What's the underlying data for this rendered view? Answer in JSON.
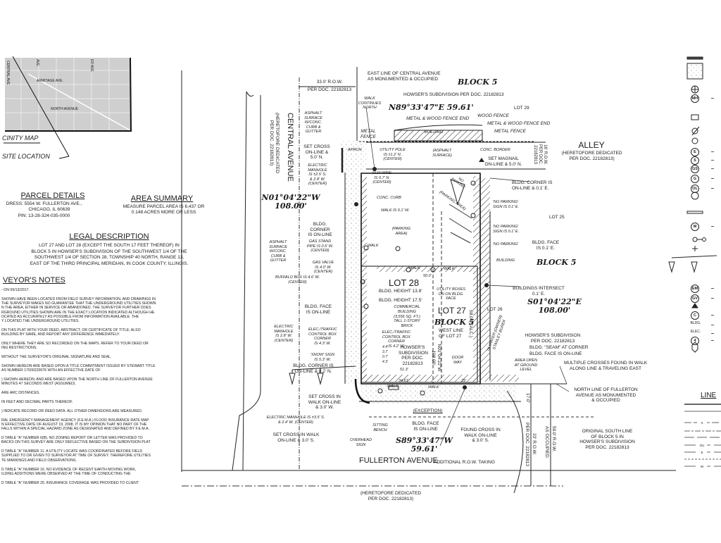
{
  "vicinity_map": {
    "streets": [
      "CENTRAL AVE.",
      "AVE.",
      "ER AVE.",
      "ARMITAGE AVE.",
      "NORTH AVENUE"
    ],
    "title": "CINITY MAP",
    "site_location": "SITE LOCATION"
  },
  "parcel_details": {
    "title": "PARCEL DETAILS",
    "address": "DRESS: 5554 W. FULLERTON AVE.,",
    "city": "CHICAGO, IL 60639",
    "pin": "PIN: 13-28-324-035-0000"
  },
  "area_summary": {
    "title": "AREA SUMMARY",
    "text": "MEASURE PARCEL AREA IS 6,437 OR\n0.148 ACRES MORE OR LESS"
  },
  "legal_description": {
    "title": "LEGAL DESCRIPTION",
    "text": "LOT 27 AND LOT 28 (EXCEPT THE SOUTH 17 FEET THEREOF) IN\nBLOCK 5 IN HOWSER'S SUBDIVISION OF THE SOUTHWEST 1/4 OF THE\nSOUTHWEST 1/4 OF SECTION 28, TOWNSHIP 40 NORTH, RANGE 13,\nEAST OF THE THIRD PRINCIPAL MERIDIAN, IN COOK COUNTY, ILLINOIS."
  },
  "surveyor_notes": {
    "title": "VEYOR'S NOTES",
    "items": [
      "- ON 09/13/2017.",
      "SHOWN HAVE BEEN LOCATED FROM FIELD SURVEY INFORMATION, AND DRAWINGS IN\nTHE SURVEYOR MAKES NO GUARANTEE THAT THE UNDERGROUND UTILITIES SHOWN\nN THE AREA, EITHER IN SERVICE OR ABANDONED. THE SURVEYOR FURTHER DOES\nRGROUND UTILITIES SHOWN ARE IN THE EXACT LOCATION INDICATED ALTHOUGH HE\nOCATED AS ACCURATELY AS POSSIBLE FROM INFORMATION AVAILABLE. THE\nY LOCATED THE UNDERGROUND UTILITIES.",
      "ON THIS PLAT WITH YOUR DEED, ABSTRACT, OR CERTIFICATE OF TITLE; ALSO\nBUILDING BY SAME, AND REPORT ANY DIFFERENCE IMMEDIATELY.",
      "ONLY WHERE THEY ARE SO RECORDED ON THE MAPS. REFER TO YOUR DEED OR\nING RESTRICTIONS.",
      "WITHOUT THE SURVEYOR'S ORIGINAL SIGNATURE AND SEAL.",
      "SHOWN HEREON ARE BASED UPON A TITLE COMMITMENT ISSUED BY STEWART TITLE\nAS NUMBER 17000220076 WITH AN EFFECTIVE DATE OF",
      ") SHOWN HEREON; AND ARE BASED UPON THE NORTH LINE OF FULLERTON AVENUE\nMINUTES 47 SECONDS WEST (ASSUMED).",
      "ARE ARC DISTANCES.",
      "IN FEET AND DECIMAL PARTS THEREOF.",
      ") INDICATE RECORD OR DEED DATA. ALL OTHER DIMENSIONS ARE MEASURED.",
      "RAL EMERGENCY MANAGEMENT AGENCY (F.E.M.A.) FLOOD INSURANCE RATE MAP\nN EFFECTIVE DATE OF AUGUST 19, 2008, IT IS MY OPINION THAT NO PART OF THE\nFALLS WITHIN A SPECIAL HAZARD ZONE AS DESIGNATED AND DEFINED BY F.E.M.A.",
      "D TABLE \"A\" NUMBER 6(B). NO ZONING REPORT OR LETTER WAS PROVIDED TO\nBACKS ON THIS SURVEY ARE ONLY REFLECTIVE BASED ON THE SUBDIVISION PLAT",
      "D TABLE \"A\" NUMBER 11. A UTILITY LOCATE WAS COORDINATED BEFORE FIELD\nSUPPLIED TO OR GIVEN TO SURVEYOR AT TIME OF SURVEY. THEREFORE UTILITIES\nTE MARKINGS AND FIELD OBSERVATIONS.",
      "D TABLE \"A\" NUMBER 16. NO EVIDENCE OF RECENT EARTH MOVING WORK,\nILDING ADDITIONS WERE OBSERVED AT THE TIME OF CONDUCTING THE",
      "D TABLE \"A\" NUMBER 20. INSURANCE COVERAGE WAS PROVIDED TO CLIENT"
    ]
  },
  "plat": {
    "row_33": "33.0' R.O.W.",
    "per_doc_top": "PER DOC. 22182813",
    "east_line_central": "EAST LINE OF CENTRAL AVENUE\nAS MONUMENTED & OCCUPIED",
    "block5_top": "BLOCK 5",
    "howser_top": "HOWSER'S SUBDIVISION PER DOC. 22182813",
    "lot29": "LOT 29",
    "bearing_north": "N89°33'47\"E 59.61'",
    "walk_continues": "WALK\nCONTINUES\nNORTH",
    "metal_wood_fence_end_1": "METAL & WOOD FENCE END",
    "wood_fence": "WOOD FENCE",
    "metal_wood_fence_end_2": "METAL & WOOD FENCE END",
    "metal_fence_1": "METAL FENCE",
    "metal_fence_2": "METAL\nFENCE",
    "building_north": "BUILDING",
    "alley": "ALLEY",
    "alley_dedicated": "(HERETOFORE DEDICATED\nPER DOC. 22182813)",
    "alley_row": "16' R.O.W.\nPER DOC.\n22182813",
    "asphalt_nw": "ASPHALT\nSURFACE\nW/CONC.\nCURB &\nGUTTER",
    "central_avenue": "CENTRAL AVENUE",
    "central_dedicated": "(HERETOFORE DEDICATED\nPER DOC. 22182813)",
    "set_cross_nw": "SET CROSS\nON-LINE &\n5.0' N.",
    "electric_manhole_nw": "ELECTRIC\nMANHOLE\nIS ±2.5' S.\n& 2.8' W.\n(CENTER)",
    "apron": "APRON",
    "utility_pole": "UTILITY POLE\nIS ±1.2' N.\n(CENTER)",
    "asphalt_surface": "(ASPHALT\nSURFACE)",
    "conc_border": "CONC. BORDER",
    "set_magnail": "SET MAGNAIL\nON-LINE & 5.0' N.",
    "guy_wire": "GUY WIRE\nIS 0.7' N.\n(CENTER)",
    "conc_curb": "CONC. CURB",
    "no_parking_1": "'NO\nPARKING'",
    "bldg_corner_ne": "BLDG. CORNER IS\nON-LINE & 0.1' E.",
    "bearing_west": "N01°04'22\"W\n108.00'",
    "walk_01w": "WALK IS 0.1' W.",
    "parking_area_1": "(PARKING AREA)",
    "parking_area_2": "(PARKING\nAREA)",
    "no_parking_sign_1": "'NO PARKING'\nSIGN IS 0.1' E.",
    "no_parking_sign_2": "'NO PARKING'\nSIGN IS 0.1' E.",
    "no_parking_3": "'NO PARKING'",
    "lot25": "LOT 25",
    "bldg_face_01e": "BLDG. FACE\nIS 0.1' E.",
    "building_east": "BUILDING",
    "block5_east": "BLOCK 5",
    "bldg_corner_online": "BLDG. CORNER\nIS ON-LINE",
    "gas_stand_pipe": "GAS STAND\nPIPE IS 0.5' W.\n(CENTER)",
    "asphalt_w": "ASPHALT\nSURFACE\nW/CONC.\nCURB &\nGUTTER",
    "gas_valve": "GAS VALVE\nIS 4.0' W.\n(CENTER)",
    "buffalo_box": "BUFFALO BOX IS 4.6' W.\n(CENTER)",
    "walk_a": "WALK",
    "walk_b": "WALK",
    "walk_c": "WALK",
    "dim_500": "50.0'",
    "lot28": "LOT 28",
    "bldg_height_138": "BLDG. HEIGHT 13.8'",
    "bldg_height_175": "BLDG. HEIGHT 17.5'",
    "utility_boxes": "UTILITY BOXES\nON ON BLDG.\nFACE",
    "buildings_intersect": "BUILDINGS INTERSECT\n0.1' E.",
    "bearing_east": "S01°04'22\"E\n108.00'",
    "lot26": "LOT 26",
    "lot27": "LOT 27",
    "block5_center": "BLOCK 5",
    "commercial_building": "COMMERCIAL\nBUILDING\n(3,556 SQ. FT.)\nTALL 1-STORY\nBRICK",
    "west_line_lot27": "WEST LINE\nOF LOT 27",
    "taxpayer": "TAXPAYER (OWNER):\nSTANLEY BUREK",
    "howser_east": "HOWSER'S SUBDIVISION\nPER DOC. 22182813",
    "bldg_face_online_w": "BLDG. FACE\nIS ON-LINE",
    "electric_manhole_w": "ELECTRIC\nMANHOLE\nIS 2.8' W.\n(CENTER)",
    "elec_traffic_1": "ELEC./TRAFFIC\nCONTROL BOX\nCORNER\nIS 4.3' W.",
    "elec_traffic_2": "ELEC./TRAFFIC\nCONTROL BOX CORNER\nIS 4.2' W.",
    "snow_sign": "'SNOW' SIGN\nIS 5.3' W.",
    "howser_center": "HOWSER'S\nSUBDIVISION\nPER DOC.\n22182813",
    "inner_bearing": "N01°04'22\"W\n108.00'",
    "calc_580": "58.0' (CALC.)",
    "bldg_seam": "BLDG. \"SEAM\" AT CORNER",
    "bldg_face_online_e": "BLDG. FACE IS ON-LINE",
    "bldg_corner_82": "BLDG. CORNER IS\nON-LINE & 8.2' N.",
    "offsets": "4.4'\n3.7'\n0.7'\n4.3'",
    "dim_513": "51.3'",
    "dim_3461": "34.61'",
    "dim_25": "25'",
    "door_way": "DOOR\nWAY",
    "area_open": "AREA OPEN\nAT GROUND\nLEVEL",
    "multiple_crosses": "MULTIPLE CROSSES FOUND IN WALK\nALONG LINE & TRAVELING EAST",
    "walk_s1": "WALK",
    "walk_s2": "WALK",
    "set_cross_sw_w": "SET CROSS IN\nWALK ON-LINE\n& 3.0' W.",
    "electric_manhole_sw": "ELECTRIC MANHOLE IS ±3.5' S.\n& 2.4' W. (CENTER)",
    "set_cross_sw_s": "SET CROSS IN WALK\nON-LINE & 3.0' S.",
    "exception": "(EXCEPTION)",
    "sitting_bench": "SITTING\nBENCH",
    "overhead_sign": "OVERHEAD\nSIGN",
    "bldg_face_online_s": "BLDG. FACE\nIS ON-LINE",
    "bearing_south": "S89°33'47\"W\n59.61'",
    "found_cross": "FOUND CROSS IN\nWALK ON-LINE\n& 3.0' S.",
    "additional_row": "ADDITIONAL R.O.W. TAKING",
    "north_line_fullerton": "NORTH LINE OF FULLERTON\nAVENUE AS MONUMENTED\n& OCCUPIED",
    "original_south_line": "ORIGINAL SOUTH LINE\nOF BLOCK 5 IN\nHOWSER'S SUBDIVISION\nPER DOC. 22182813",
    "dim_170": "17.0'",
    "fullerton_per_doc": "PER DOC. 22182813",
    "fullerton_row_33": "33' R.O.W.",
    "as_occupied": "AS OCCUPIED",
    "fullerton_row_50": "50.0' R.O.W.",
    "fullerton_avenue": "FULLERTON AVENUE",
    "fullerton_dedicated": "(HERETOFORE DEDICATED\nPER DOC. 22182813)"
  },
  "legend": {
    "symbols": [
      "MH",
      "E",
      "S",
      "GS",
      "G",
      "OL",
      "M",
      "EM",
      "GV",
      "C",
      "BLDG.",
      "ELEC.",
      "4"
    ],
    "lines_title": "LINE",
    "line_samples": [
      "x",
      "OU",
      "E",
      "W"
    ]
  }
}
